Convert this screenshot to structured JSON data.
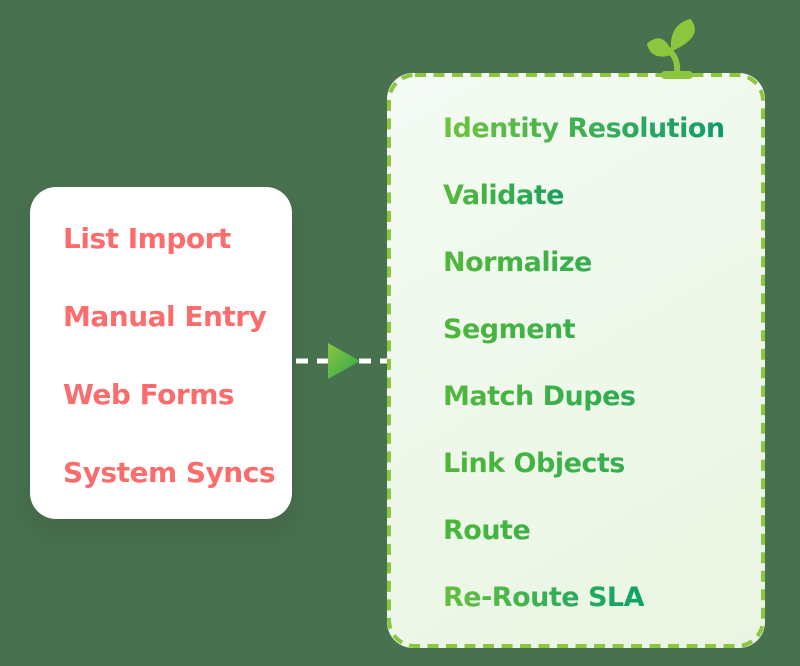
{
  "canvas": {
    "background_color": "#48714F"
  },
  "sources_card": {
    "background_color": "#FFFFFF",
    "text_color": "#FB6D6D",
    "items": [
      {
        "label": "List Import"
      },
      {
        "label": "Manual Entry"
      },
      {
        "label": "Web Forms"
      },
      {
        "label": "System Syncs"
      }
    ]
  },
  "flow_arrow": {
    "line_color": "#FFFFFF",
    "head_color_from": "#8CC63E",
    "head_color_to": "#2BA84F"
  },
  "process_card": {
    "border_color": "#8CC63E",
    "background_from": "#F4FBF4",
    "background_to": "#E9F5E1",
    "items": [
      {
        "label": "Identity Resolution",
        "from": "#70C33C",
        "to": "#0D9C6E"
      },
      {
        "label": "Validate",
        "from": "#58BA3B",
        "to": "#17A15E"
      },
      {
        "label": "Normalize",
        "from": "#52B83A",
        "to": "#35AE4F"
      },
      {
        "label": "Segment",
        "from": "#4FB73A",
        "to": "#39B04C"
      },
      {
        "label": "Match Dupes",
        "from": "#52B83A",
        "to": "#2BAB54"
      },
      {
        "label": "Link Objects",
        "from": "#4FB73A",
        "to": "#35AE4F"
      },
      {
        "label": "Route",
        "from": "#4BB63A",
        "to": "#3DB246"
      },
      {
        "label": "Re-Route SLA",
        "from": "#66BF3C",
        "to": "#0CA169"
      }
    ]
  },
  "sprout_icon": {
    "name": "sprout-icon",
    "color": "#8CC63E"
  }
}
